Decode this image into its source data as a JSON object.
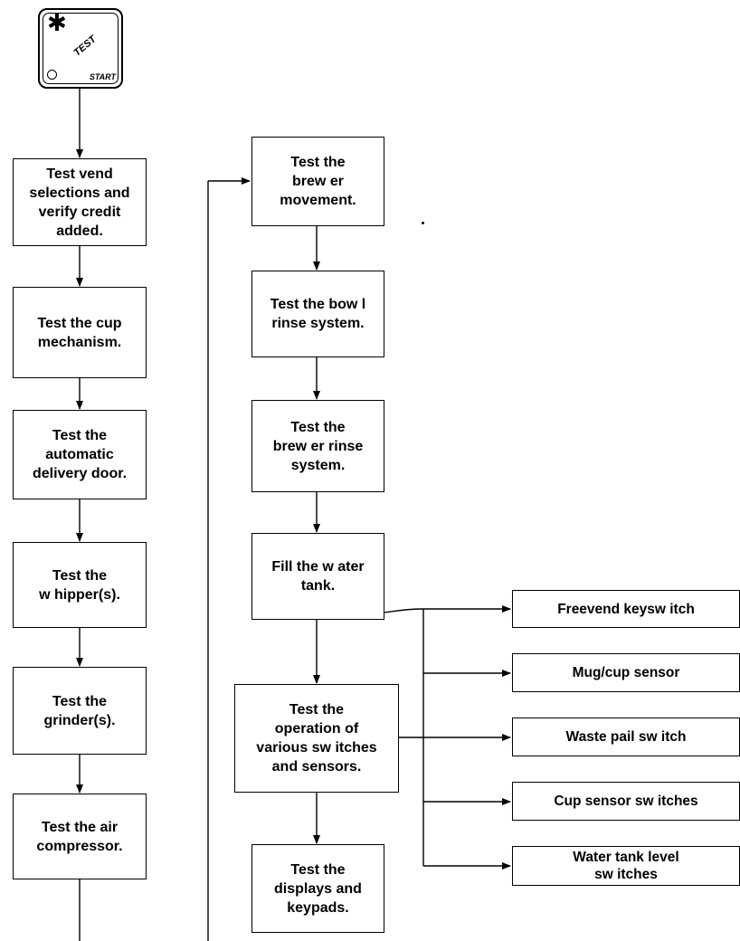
{
  "start_button": {
    "symbol": "✱",
    "label": "TEST",
    "sublabel": "START"
  },
  "left_column": [
    {
      "id": "vend",
      "text": "Test vend\nselections and\nverify credit\nadded."
    },
    {
      "id": "cup",
      "text": "Test the cup\nmechanism."
    },
    {
      "id": "door",
      "text": "Test the\nautomatic\ndelivery door."
    },
    {
      "id": "whipper",
      "text": "Test the\nw hipper(s)."
    },
    {
      "id": "grinder",
      "text": "Test the\ngrinder(s)."
    },
    {
      "id": "compressor",
      "text": "Test the air\ncompressor."
    }
  ],
  "middle_column": [
    {
      "id": "brewer-move",
      "text": "Test the\nbrew er\nmovement."
    },
    {
      "id": "bowl-rinse",
      "text": "Test the bow l\nrinse system."
    },
    {
      "id": "brewer-rinse",
      "text": "Test the\nbrew er rinse\nsystem."
    },
    {
      "id": "water-fill",
      "text": "Fill the w ater\ntank."
    },
    {
      "id": "switches",
      "text": "Test the\noperation of\nvarious sw itches\nand sensors."
    },
    {
      "id": "displays",
      "text": "Test the\ndisplays and\nkeypads."
    }
  ],
  "right_column": [
    {
      "id": "freevend",
      "text": "Freevend keysw itch"
    },
    {
      "id": "mug-sensor",
      "text": "Mug/cup sensor"
    },
    {
      "id": "waste-pail",
      "text": "Waste pail sw itch"
    },
    {
      "id": "cup-sensor",
      "text": "Cup sensor sw itches"
    },
    {
      "id": "water-level",
      "text": "Water tank level\nsw itches"
    }
  ]
}
